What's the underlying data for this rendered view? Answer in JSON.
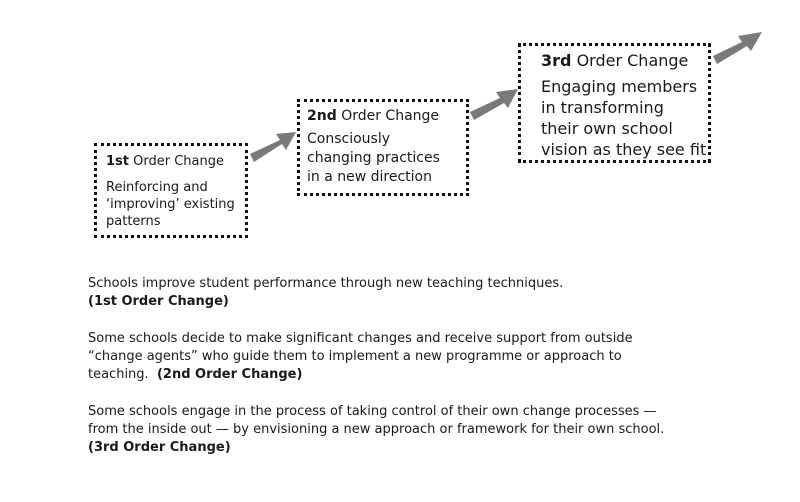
{
  "stages": [
    {
      "order": "1st",
      "label": "Order Change",
      "description": [
        "Reinforcing and",
        "‘improving’ existing",
        "patterns"
      ]
    },
    {
      "order": "2nd",
      "label": "Order Change",
      "description": [
        "Consciously",
        "changing practices",
        "in a new direction"
      ]
    },
    {
      "order": "3rd",
      "label": "Order Change",
      "description": [
        "Engaging members",
        "in transforming",
        "their own school",
        "vision as they see fit"
      ]
    }
  ],
  "captions": [
    {
      "lines": [
        "Schools improve student performance through new teaching techniques."
      ],
      "tag": "(1st Order Change)"
    },
    {
      "lines": [
        "Some schools decide to make significant changes and receive support from outside",
        "“change agents” who guide them to implement a new programme or approach to",
        "teaching."
      ],
      "tag": "(2nd Order Change)"
    },
    {
      "lines": [
        "Some schools engage in the process of taking control of their own change processes —",
        "from the inside out —  by envisioning a new approach or framework for their own school."
      ],
      "tag": "(3rd Order Change)"
    }
  ],
  "colors": {
    "arrow": "#7a7a7a",
    "border": "#111111",
    "text": "#1a1a1a"
  }
}
